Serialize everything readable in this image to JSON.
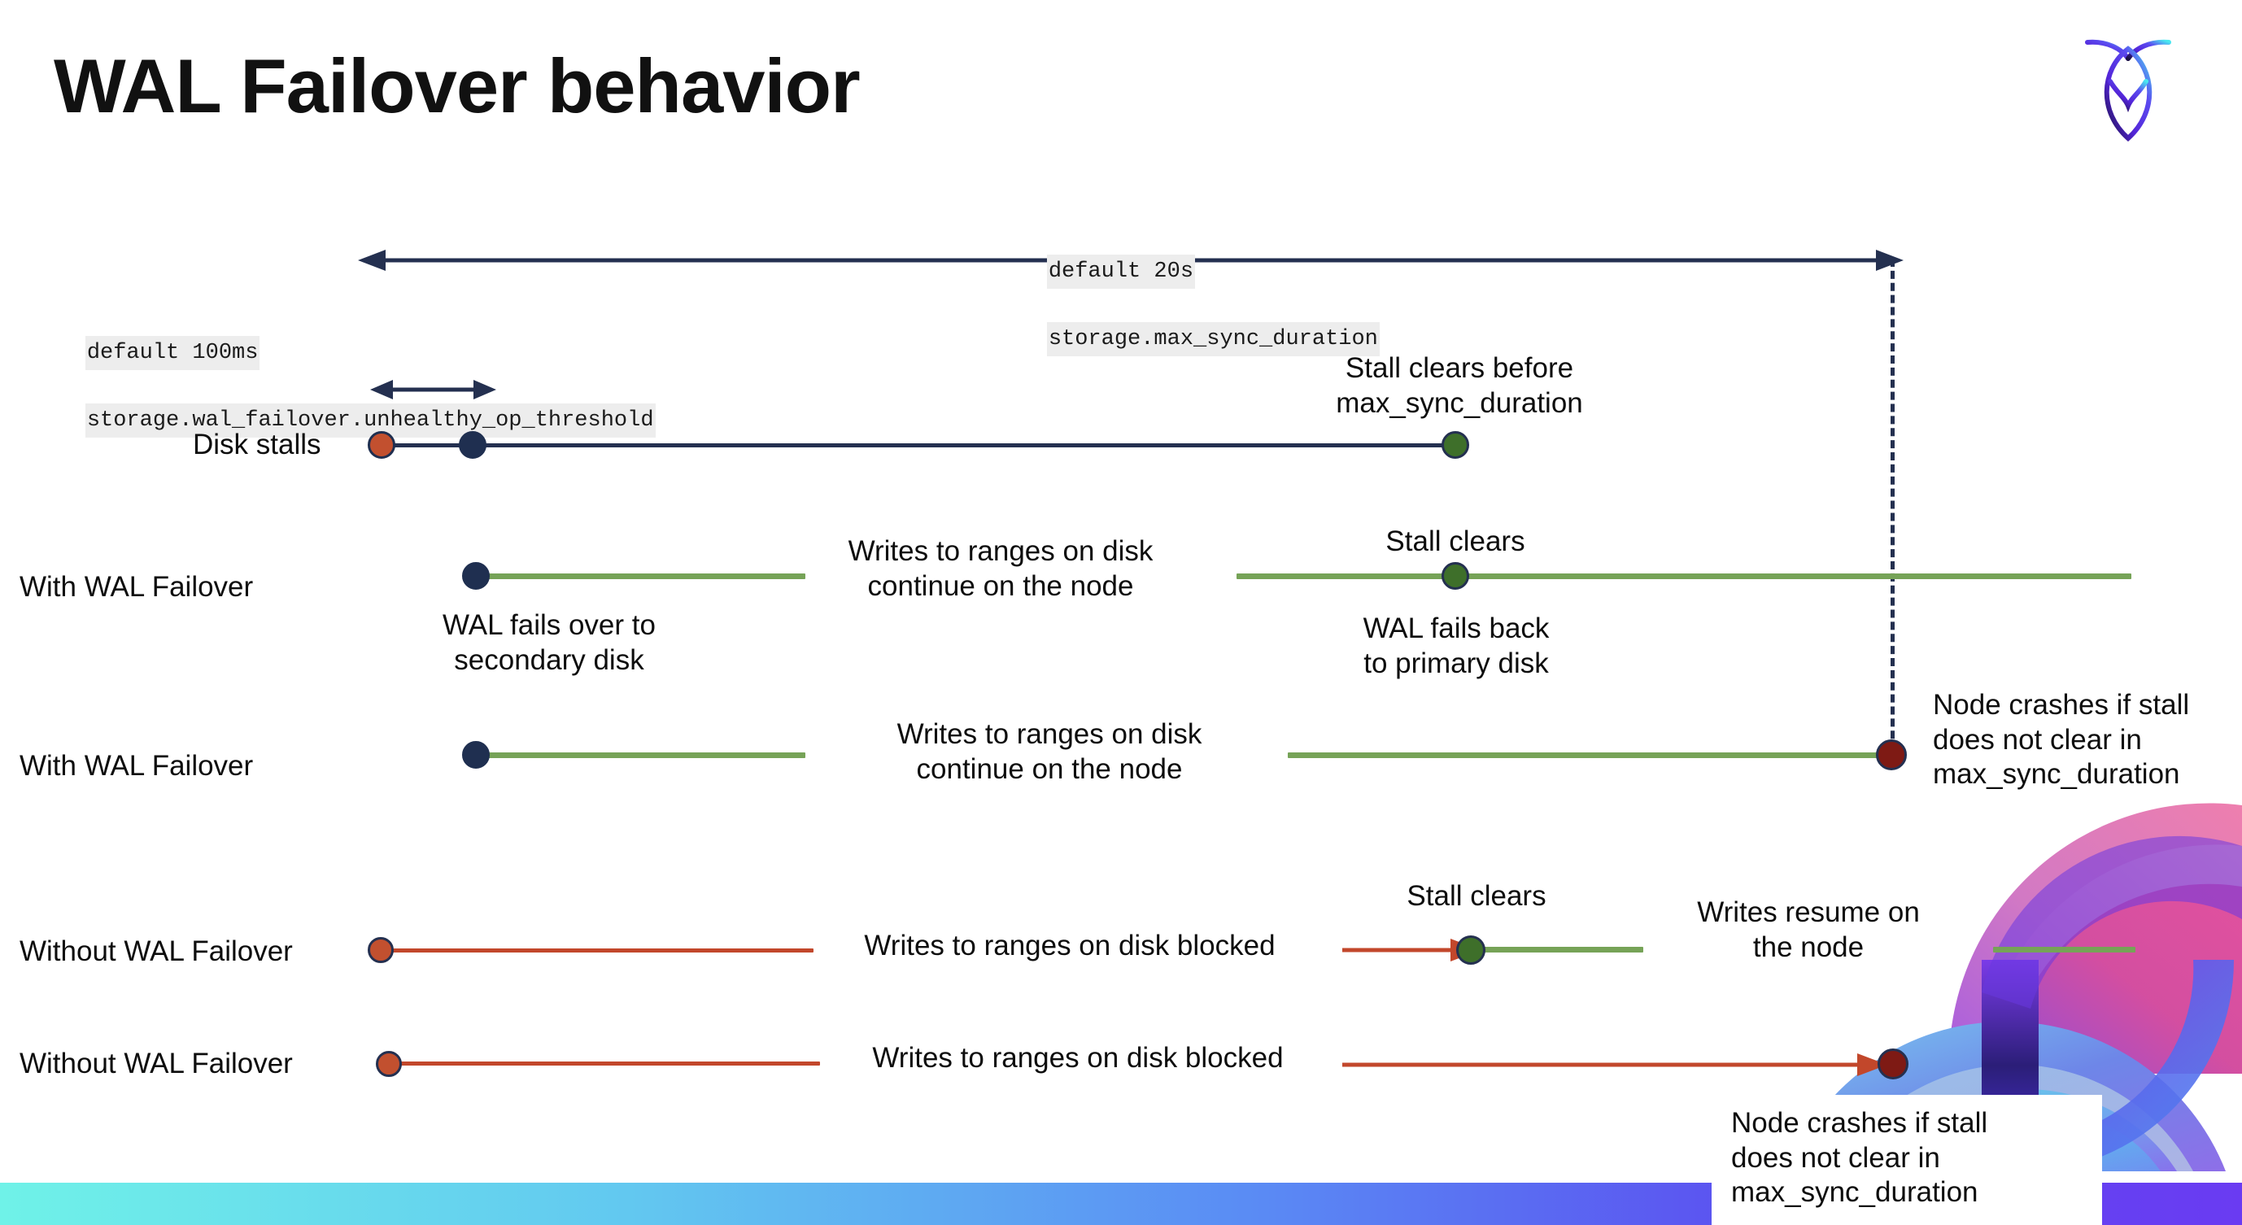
{
  "slide": {
    "title": "WAL Failover behavior",
    "logo_name": "cockroachdb-logo"
  },
  "annotations": {
    "max_sync_duration": {
      "line1": "default 20s",
      "line2": "storage.max_sync_duration"
    },
    "unhealthy_op_threshold": {
      "line1": "default 100ms",
      "line2": "storage.wal_failover.unhealthy_op_threshold"
    }
  },
  "rows": [
    {
      "label": "Disk stalls",
      "note_right": "Stall clears before\nmax_sync_duration"
    },
    {
      "label": "With WAL Failover",
      "note_below_start": "WAL fails over to\nsecondary disk",
      "note_mid": "Writes to ranges on disk\ncontinue on the node",
      "note_stall": "Stall clears",
      "note_below_stall": "WAL fails  back\nto primary disk"
    },
    {
      "label": "With WAL Failover",
      "note_mid": "Writes to ranges on disk\ncontinue on the node",
      "note_crash": "Node crashes if stall\ndoes not clear in\nmax_sync_duration"
    },
    {
      "label": "Without WAL Failover",
      "note_mid": "Writes to ranges on disk  blocked",
      "note_stall": "Stall clears",
      "note_resume": "Writes resume on\nthe node"
    },
    {
      "label": "Without WAL Failover",
      "note_mid": "Writes to ranges on disk  blocked",
      "note_crash": "Node crashes if stall\ndoes not clear in\nmax_sync_duration"
    }
  ],
  "colors": {
    "navy": "#243050",
    "green_line": "#76A357",
    "green_dot": "#3E6F2A",
    "red_line": "#C2472B",
    "red_dot": "#C2502F",
    "dark_red_dot": "#7E1A14",
    "code_bg": "#ededed"
  }
}
